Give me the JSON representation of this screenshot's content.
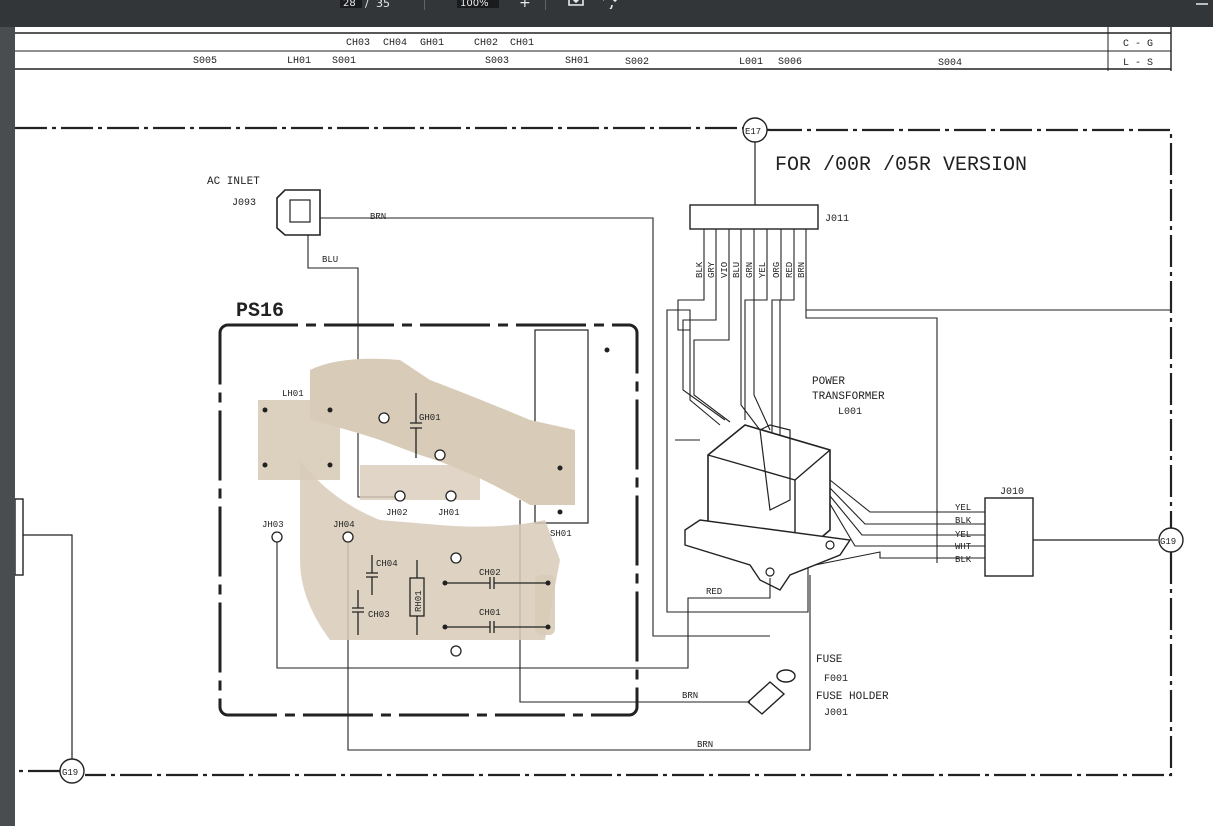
{
  "toolbar": {
    "page_current": "28",
    "page_sep": "/",
    "page_total": "35",
    "zoom": "100%",
    "zoom_in": "+",
    "download_icon": "download-icon",
    "rotate_icon": "rotate-icon",
    "menu_icon": "menu-icon"
  },
  "index_table": {
    "row1": [
      "CH03",
      "CH04",
      "GH01",
      "CH02",
      "CH01"
    ],
    "row1_code": "C - G",
    "row2": [
      "S005",
      "LH01",
      "S001",
      "S003",
      "SH01",
      "S002",
      "L001",
      "S006",
      "S004"
    ],
    "row2_code": "L - S"
  },
  "schematic": {
    "version_title": "FOR /00R /05R VERSION",
    "connector_e17": "E17",
    "connector_g19_right": "G19",
    "connector_g19_left": "G19",
    "ac_inlet": "AC INLET",
    "ac_inlet_ref": "J093",
    "j011": "J011",
    "j010": "J010",
    "board": "PS16",
    "power_transformer_1": "POWER",
    "power_transformer_2": "TRANSFORMER",
    "power_transformer_ref": "L001",
    "fuse": "FUSE",
    "fuse_ref": "F001",
    "fuse_holder": "FUSE HOLDER",
    "fuse_holder_ref": "J001",
    "wire_brn_top": "BRN",
    "wire_blu": "BLU",
    "wire_red": "RED",
    "wire_brn_fuse": "BRN",
    "wire_brn_bottom": "BRN",
    "j011_wires": [
      "BLK",
      "GRY",
      "VIO",
      "BLU",
      "GRN",
      "YEL",
      "ORG",
      "RED",
      "BRN"
    ],
    "j010_wires": [
      "YEL",
      "BLK",
      "YEL",
      "WHT",
      "BLK"
    ],
    "lh01": "LH01",
    "gh01": "GH01",
    "jh02": "JH02",
    "jh01": "JH01",
    "jh03": "JH03",
    "jh04": "JH04",
    "sh01": "SH01",
    "ch04": "CH04",
    "ch03": "CH03",
    "ch02": "CH02",
    "ch01": "CH01",
    "rh01": "RH01"
  }
}
